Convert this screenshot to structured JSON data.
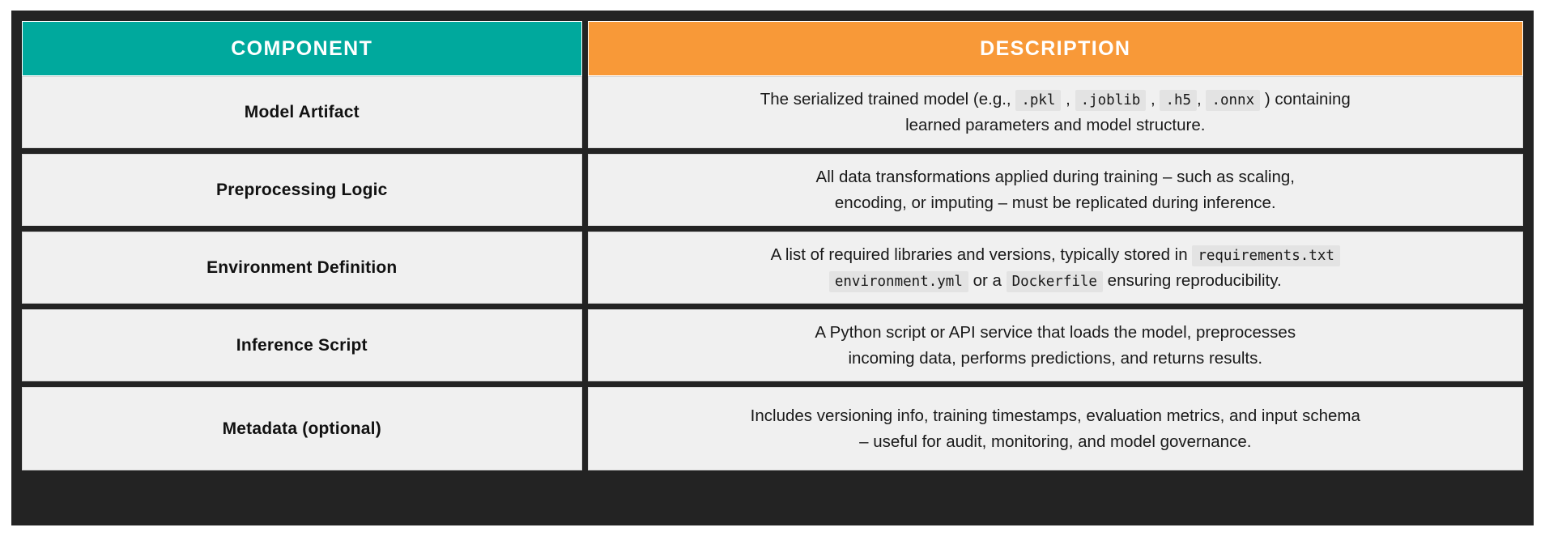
{
  "table": {
    "headers": {
      "component": "COMPONENT",
      "description": "DESCRIPTION"
    },
    "colors": {
      "component_header_bg": "#00A99D",
      "description_header_bg": "#F89938",
      "frame": "#232323",
      "cell_bg": "#F0F0F0",
      "code_bg": "#E3E3E3",
      "header_text": "#FFFFFF",
      "body_text": "#1A1A1A"
    },
    "rows": [
      {
        "component": "Model Artifact",
        "description_lines": [
          [
            {
              "type": "text",
              "value": "The serialized trained model (e.g., "
            },
            {
              "type": "code",
              "value": ".pkl"
            },
            {
              "type": "text",
              "value": " , "
            },
            {
              "type": "code",
              "value": ".joblib"
            },
            {
              "type": "text",
              "value": " , "
            },
            {
              "type": "code",
              "value": ".h5"
            },
            {
              "type": "text",
              "value": ", "
            },
            {
              "type": "code",
              "value": ".onnx"
            },
            {
              "type": "text",
              "value": " ) containing"
            }
          ],
          [
            {
              "type": "text",
              "value": "learned parameters and model structure."
            }
          ]
        ]
      },
      {
        "component": "Preprocessing Logic",
        "description_lines": [
          [
            {
              "type": "text",
              "value": "All data transformations applied during training – such as scaling,"
            }
          ],
          [
            {
              "type": "text",
              "value": "encoding, or imputing – must be replicated during inference."
            }
          ]
        ]
      },
      {
        "component": "Environment Definition",
        "description_lines": [
          [
            {
              "type": "text",
              "value": "A list of required libraries and versions, typically stored in "
            },
            {
              "type": "code",
              "value": "requirements.txt"
            }
          ],
          [
            {
              "type": "code",
              "value": "environment.yml"
            },
            {
              "type": "text",
              "value": " or a "
            },
            {
              "type": "code",
              "value": "Dockerfile"
            },
            {
              "type": "text",
              "value": " ensuring reproducibility."
            }
          ]
        ]
      },
      {
        "component": "Inference Script",
        "description_lines": [
          [
            {
              "type": "text",
              "value": "A Python script or API service that loads the model, preprocesses"
            }
          ],
          [
            {
              "type": "text",
              "value": "incoming data, performs predictions, and returns results."
            }
          ]
        ]
      },
      {
        "component": "Metadata (optional)",
        "description_lines": [
          [
            {
              "type": "text",
              "value": "Includes versioning info, training timestamps, evaluation metrics, and input schema"
            }
          ],
          [
            {
              "type": "text",
              "value": "– useful for audit, monitoring, and model governance."
            }
          ]
        ]
      }
    ]
  }
}
